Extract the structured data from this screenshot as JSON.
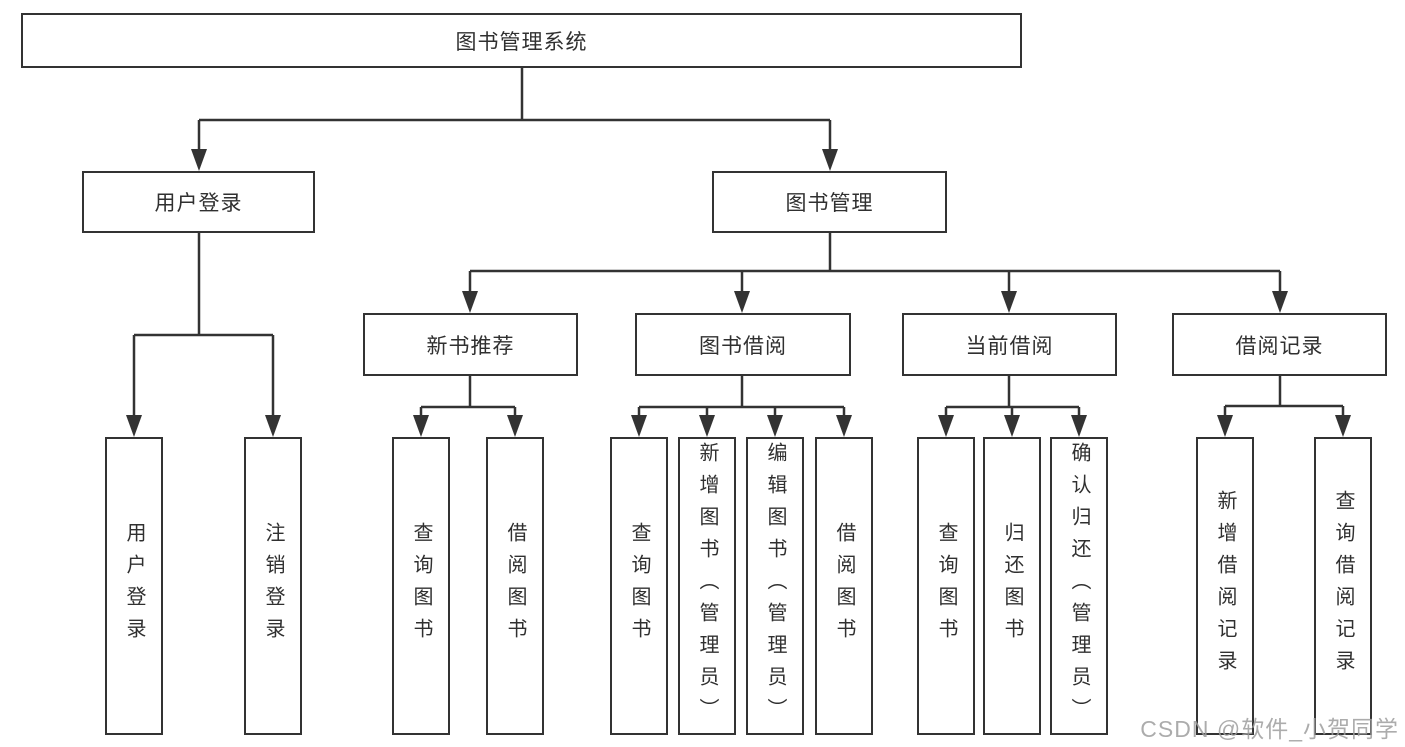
{
  "nodes": {
    "root": "图书管理系统",
    "user_login": "用户登录",
    "book_management": "图书管理",
    "new_book_recommend": "新书推荐",
    "book_borrowing": "图书借阅",
    "current_borrowing": "当前借阅",
    "borrowing_records": "借阅记录",
    "user_login_leaf": "用户登录",
    "logout_leaf": "注销登录",
    "query_books_recommend": "查询图书",
    "borrow_books_recommend": "借阅图书",
    "query_books_borrowing": "查询图书",
    "add_books_admin": "新增图书（管理员）",
    "edit_books_admin": "编辑图书（管理员）",
    "borrow_books_borrowing": "借阅图书",
    "query_books_current": "查询图书",
    "return_books": "归还图书",
    "confirm_return_admin": "确认归还（管理员）",
    "add_borrow_record": "新增借阅记录",
    "query_borrow_record": "查询借阅记录"
  },
  "watermark": "CSDN @软件_小贺同学",
  "colors": {
    "line": "#333333",
    "text": "#303030",
    "watermark": "#9e9e9e",
    "background": "#ffffff"
  }
}
